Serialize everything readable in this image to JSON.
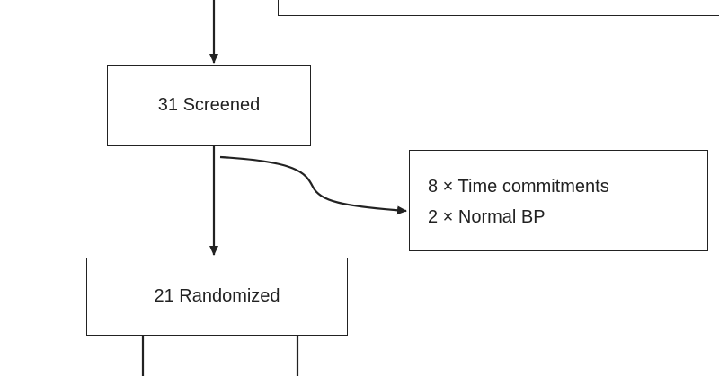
{
  "diagram": {
    "screened_label": "31 Screened",
    "randomized_label": "21 Randomized",
    "excluded": [
      "8 × Time commitments",
      "2 × Normal BP"
    ],
    "line_color": "#222222"
  }
}
